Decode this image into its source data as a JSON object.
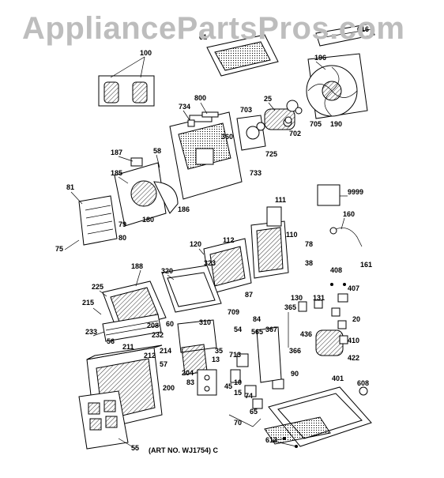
{
  "watermark": "AppliancePartsPros.com",
  "art_number": "(ART NO. WJ1754) C",
  "callouts": [
    "100",
    "61",
    "616",
    "196",
    "25",
    "800",
    "734",
    "703",
    "702",
    "705",
    "190",
    "360",
    "725",
    "733",
    "187",
    "58",
    "185",
    "180",
    "186",
    "81",
    "79",
    "80",
    "75",
    "111",
    "9999",
    "160",
    "161",
    "110",
    "78",
    "38",
    "112",
    "120",
    "323",
    "320",
    "87",
    "709",
    "188",
    "225",
    "215",
    "233",
    "208",
    "232",
    "214",
    "212",
    "211",
    "56",
    "60",
    "310",
    "84",
    "54",
    "565",
    "367",
    "365",
    "130",
    "131",
    "408",
    "407",
    "20",
    "410",
    "436",
    "422",
    "401",
    "608",
    "35",
    "13",
    "713",
    "10",
    "15",
    "45",
    "204",
    "83",
    "57",
    "74",
    "90",
    "200",
    "65",
    "70",
    "55",
    "613",
    "366"
  ]
}
